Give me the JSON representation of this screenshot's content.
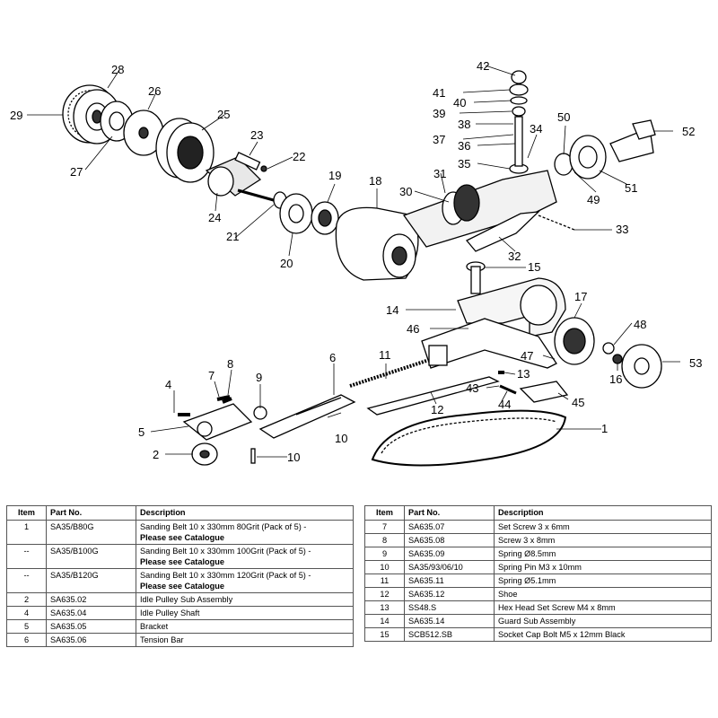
{
  "callouts": [
    "1",
    "2",
    "4",
    "5",
    "6",
    "7",
    "8",
    "9",
    "10",
    "10",
    "11",
    "12",
    "13",
    "14",
    "15",
    "16",
    "17",
    "18",
    "19",
    "20",
    "21",
    "22",
    "23",
    "24",
    "25",
    "26",
    "27",
    "28",
    "29",
    "30",
    "31",
    "32",
    "33",
    "34",
    "35",
    "36",
    "37",
    "38",
    "39",
    "40",
    "41",
    "42",
    "43",
    "44",
    "45",
    "46",
    "47",
    "48",
    "49",
    "50",
    "51",
    "52",
    "53"
  ],
  "tables": {
    "headers": {
      "item": "Item",
      "part_no": "Part No.",
      "description": "Description"
    },
    "left": [
      {
        "item": "1",
        "part_no": "SA35/B80G",
        "description": "Sanding Belt 10 x 330mm 80Grit (Pack of 5) -",
        "note": "Please see Catalogue"
      },
      {
        "item": "--",
        "part_no": "SA35/B100G",
        "description": "Sanding Belt 10 x 330mm 100Grit (Pack of 5) -",
        "note": "Please see Catalogue"
      },
      {
        "item": "--",
        "part_no": "SA35/B120G",
        "description": "Sanding Belt 10 x 330mm 120Grit (Pack of 5) -",
        "note": "Please see Catalogue"
      },
      {
        "item": "2",
        "part_no": "SA635.02",
        "description": "Idle Pulley Sub Assembly",
        "note": ""
      },
      {
        "item": "4",
        "part_no": "SA635.04",
        "description": "Idle Pulley Shaft",
        "note": ""
      },
      {
        "item": "5",
        "part_no": "SA635.05",
        "description": "Bracket",
        "note": ""
      },
      {
        "item": "6",
        "part_no": "SA635.06",
        "description": "Tension Bar",
        "note": ""
      }
    ],
    "right": [
      {
        "item": "7",
        "part_no": "SA635.07",
        "description": "Set Screw 3 x 6mm",
        "note": ""
      },
      {
        "item": "8",
        "part_no": "SA635.08",
        "description": "Screw 3 x 8mm",
        "note": ""
      },
      {
        "item": "9",
        "part_no": "SA635.09",
        "description": "Spring Ø8.5mm",
        "note": ""
      },
      {
        "item": "10",
        "part_no": "SA35/93/06/10",
        "description": "Spring Pin M3 x 10mm",
        "note": ""
      },
      {
        "item": "11",
        "part_no": "SA635.11",
        "description": "Spring Ø5.1mm",
        "note": ""
      },
      {
        "item": "12",
        "part_no": "SA635.12",
        "description": "Shoe",
        "note": ""
      },
      {
        "item": "13",
        "part_no": "SS48.S",
        "description": "Hex Head Set Screw M4 x 8mm",
        "note": ""
      },
      {
        "item": "14",
        "part_no": "SA635.14",
        "description": "Guard Sub Assembly",
        "note": ""
      },
      {
        "item": "15",
        "part_no": "SCB512.SB",
        "description": "Socket Cap Bolt M5 x 12mm Black",
        "note": ""
      }
    ]
  }
}
